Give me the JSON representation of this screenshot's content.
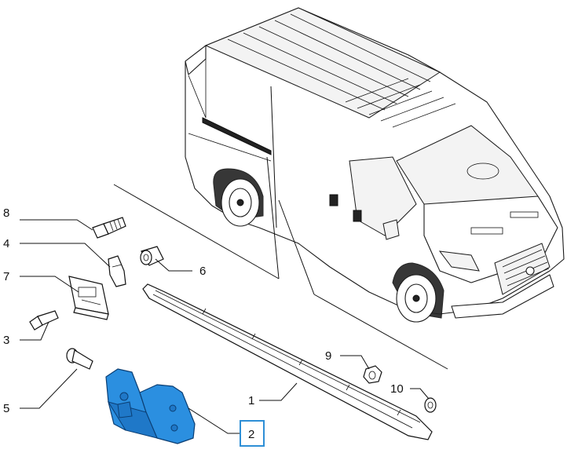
{
  "callouts": {
    "c1": "1",
    "c2": "2",
    "c3": "3",
    "c4": "4",
    "c5": "5",
    "c6": "6",
    "c7": "7",
    "c8": "8",
    "c9": "9",
    "c10": "10"
  },
  "colors": {
    "highlight_part": "#2b8fe0",
    "highlight_box": "#2e8fd6",
    "line": "#111111"
  },
  "icons": {
    "vehicle": "van-illustration"
  }
}
